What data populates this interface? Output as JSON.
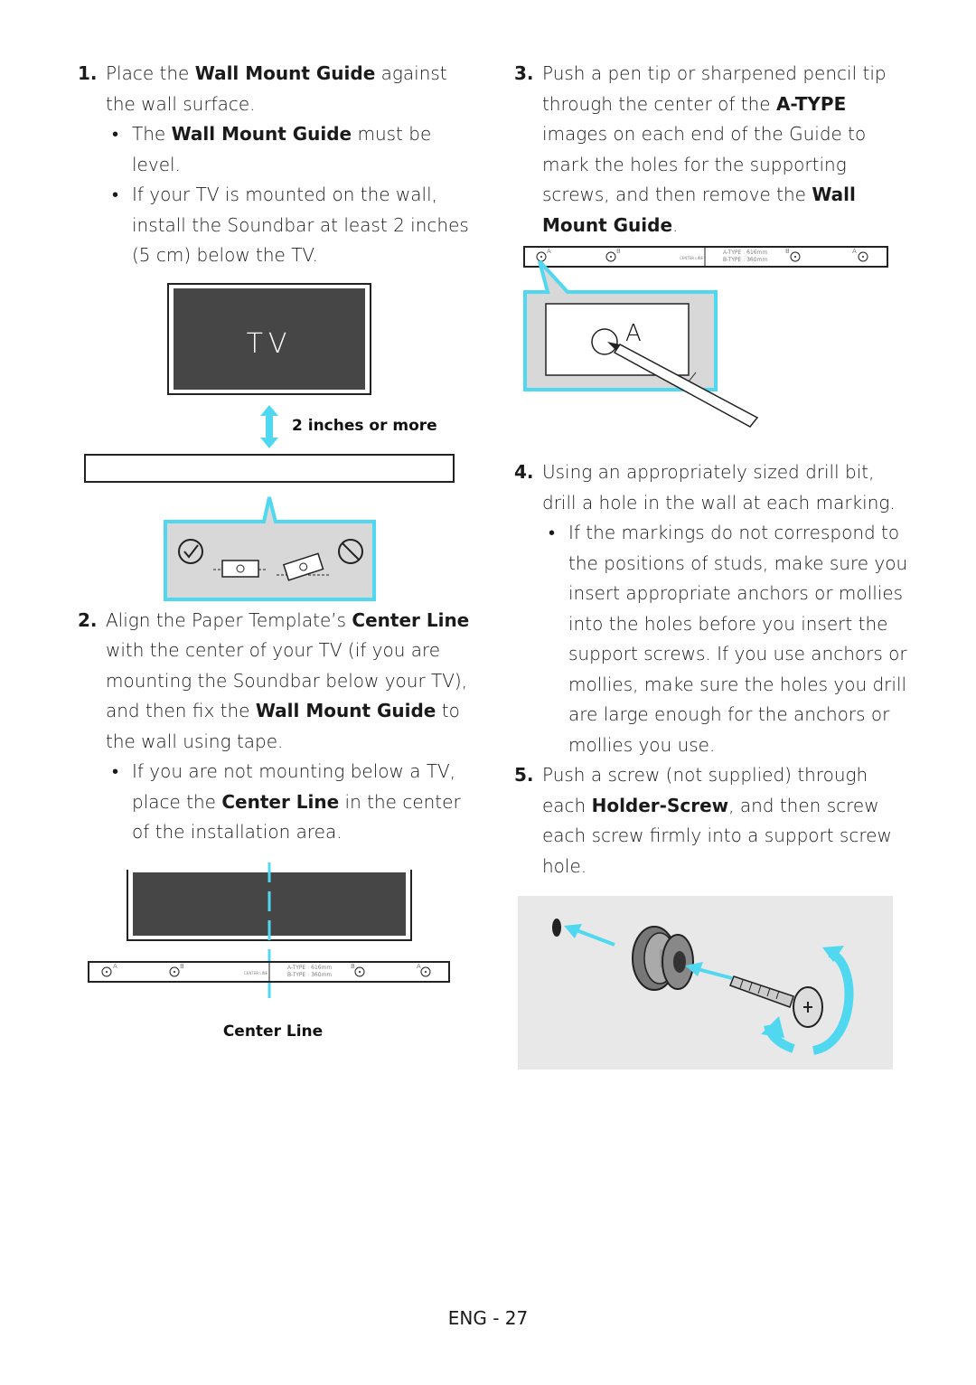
{
  "step1": {
    "num": "1.",
    "pre": "Place the ",
    "bold": "Wall Mount Guide",
    "post": " against the wall surface.",
    "bullets": [
      {
        "pre": "The ",
        "bold": "Wall Mount Guide",
        "post": " must be level."
      },
      {
        "text": "If your TV is mounted on the wall, install the Soundbar at least 2 inches (5 cm) below the TV."
      }
    ]
  },
  "fig1": {
    "tv_label": "TV",
    "gap_label": "2 inches or more"
  },
  "step2": {
    "num": "2.",
    "t1": "Align the Paper Template’s ",
    "b1": "Center Line",
    "t2": " with the center of your TV (if you are mounting the Soundbar below your TV), and then fix the ",
    "b2": "Wall Mount Guide",
    "t3": " to the wall using tape.",
    "bullets": [
      {
        "pre": "If you are not mounting below a TV, place the ",
        "bold": "Center Line",
        "post": " in the center of the installation area."
      }
    ]
  },
  "fig2": {
    "center_line_caption": "Center Line",
    "guide_center_text": "CENTER LINE",
    "a_type": "A-TYPE : 616mm",
    "b_type": "B-TYPE : 360mm",
    "marker_a": "A",
    "marker_b": "B"
  },
  "step3": {
    "num": "3.",
    "t1": "Push a pen tip or sharpened pencil tip through the center of the ",
    "b1": "A-TYPE",
    "t2": " images on each end of the Guide to mark the holes for the supporting screws, and then remove the ",
    "b2": "Wall Mount Guide",
    "t3": "."
  },
  "fig3": {
    "zoom_letter": "A"
  },
  "step4": {
    "num": "4.",
    "text": "Using an appropriately sized drill bit, drill a hole in the wall at each marking.",
    "bullets": [
      {
        "text": "If the markings do not correspond to the positions of studs, make sure you insert appropriate anchors or mollies into the holes before you insert the support screws. If you use anchors or mollies, make sure the holes you drill are large enough for the anchors or mollies you use."
      }
    ]
  },
  "step5": {
    "num": "5.",
    "t1": "Push a screw (not supplied) through each ",
    "b1": "Holder-Screw",
    "t2": ", and then screw each screw firmly into a support screw hole."
  },
  "footer": {
    "page_label": "ENG - 27"
  },
  "colors": {
    "accent": "#4fd8f0",
    "tv_fill": "#464646",
    "panel_grey": "#e8e8e8"
  }
}
